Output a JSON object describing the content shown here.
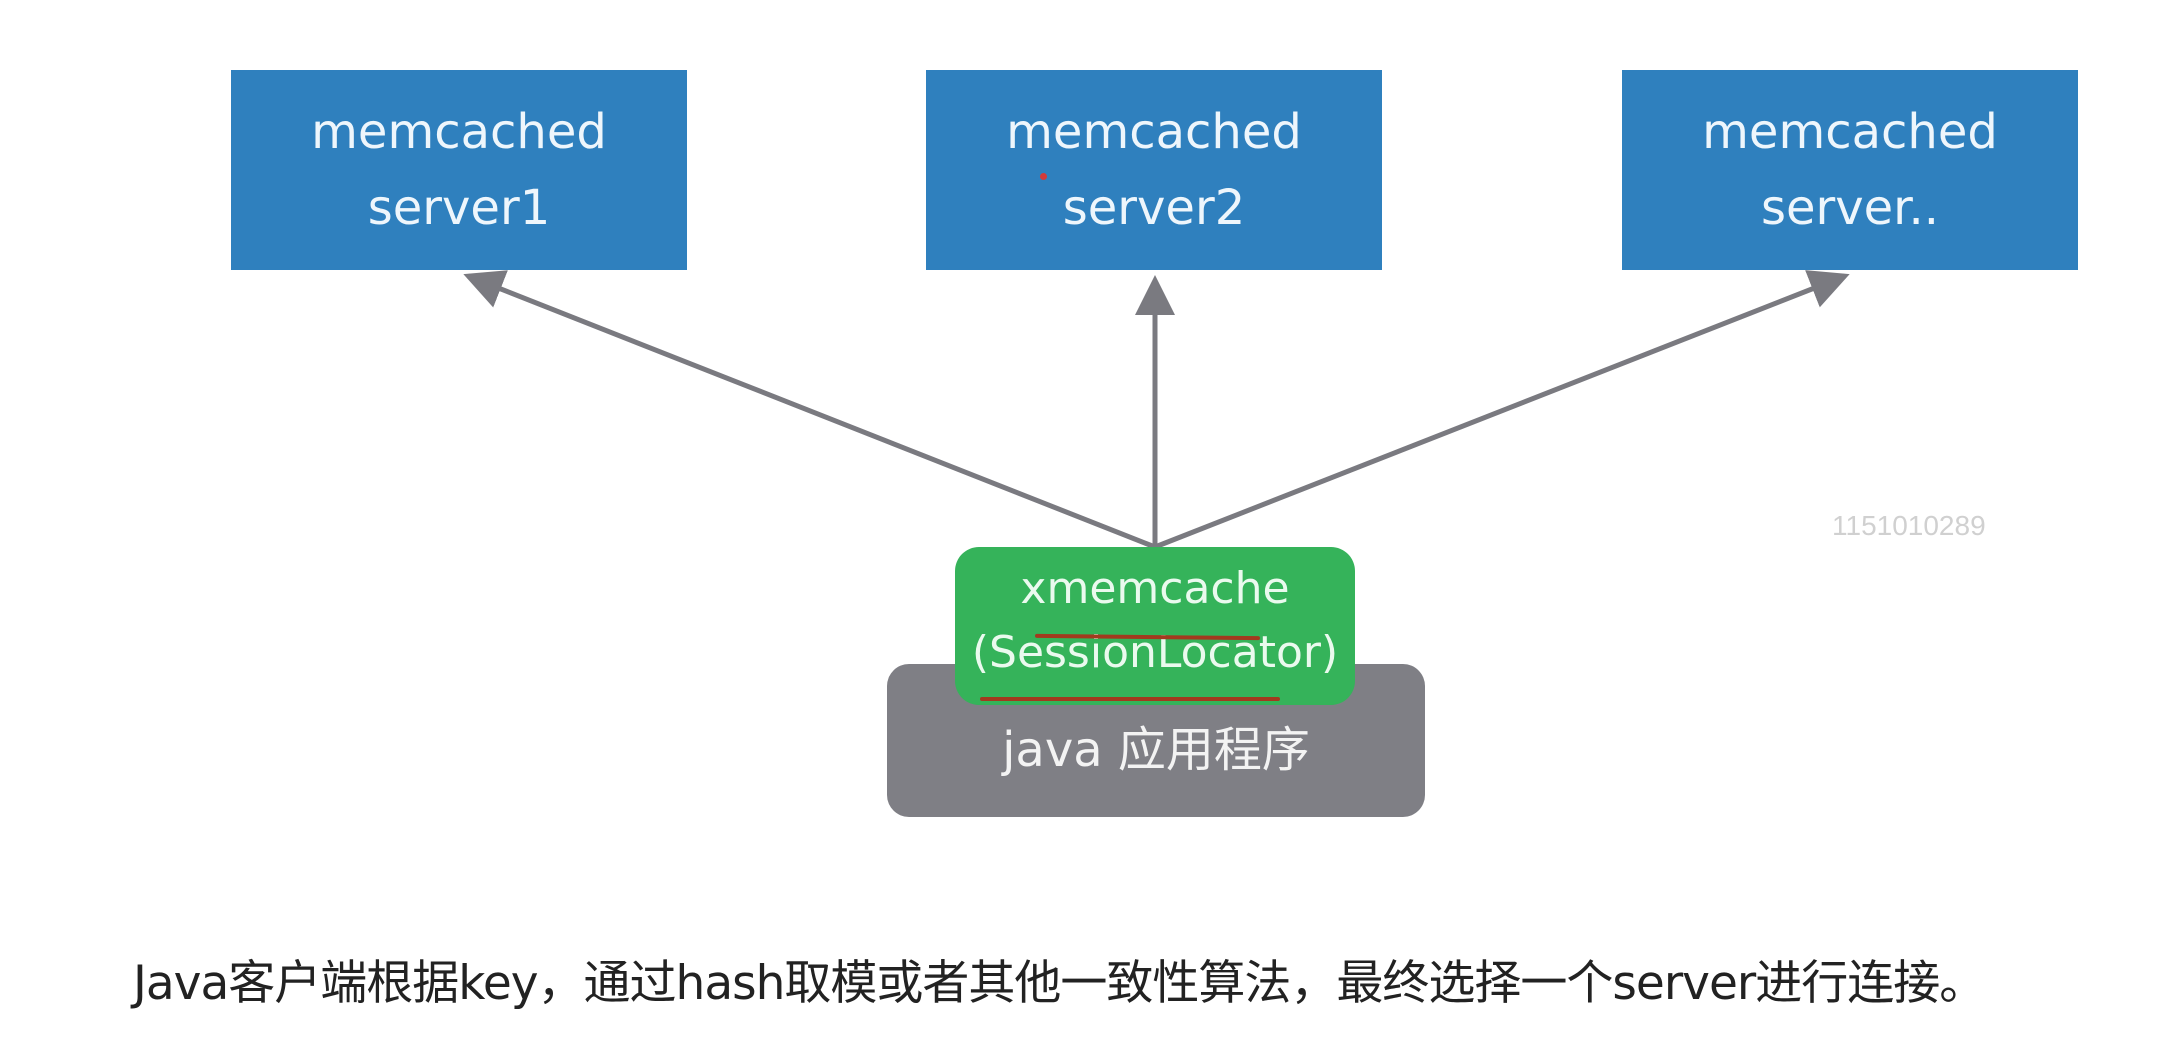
{
  "servers": [
    {
      "line1": "memcached",
      "line2": "server1"
    },
    {
      "line1": "memcached",
      "line2": "server2"
    },
    {
      "line1": "memcached",
      "line2": "server.."
    }
  ],
  "client_library": {
    "line1": "xmemcache",
    "line2": "(SessionLocator)"
  },
  "application": {
    "label": "java 应用程序"
  },
  "watermark": "1151010289",
  "caption": "Java客户端根据key，通过hash取模或者其他一致性算法，最终选择一个server进行连接。",
  "colors": {
    "server_fill": "#2f80be",
    "client_fill": "#35b35a",
    "app_fill": "#7f7f85",
    "arrow": "#7a7a80",
    "annotation": "#a23a1e"
  },
  "connections": [
    {
      "from": "client_library",
      "to": "server1"
    },
    {
      "from": "client_library",
      "to": "server2"
    },
    {
      "from": "client_library",
      "to": "server.."
    }
  ]
}
